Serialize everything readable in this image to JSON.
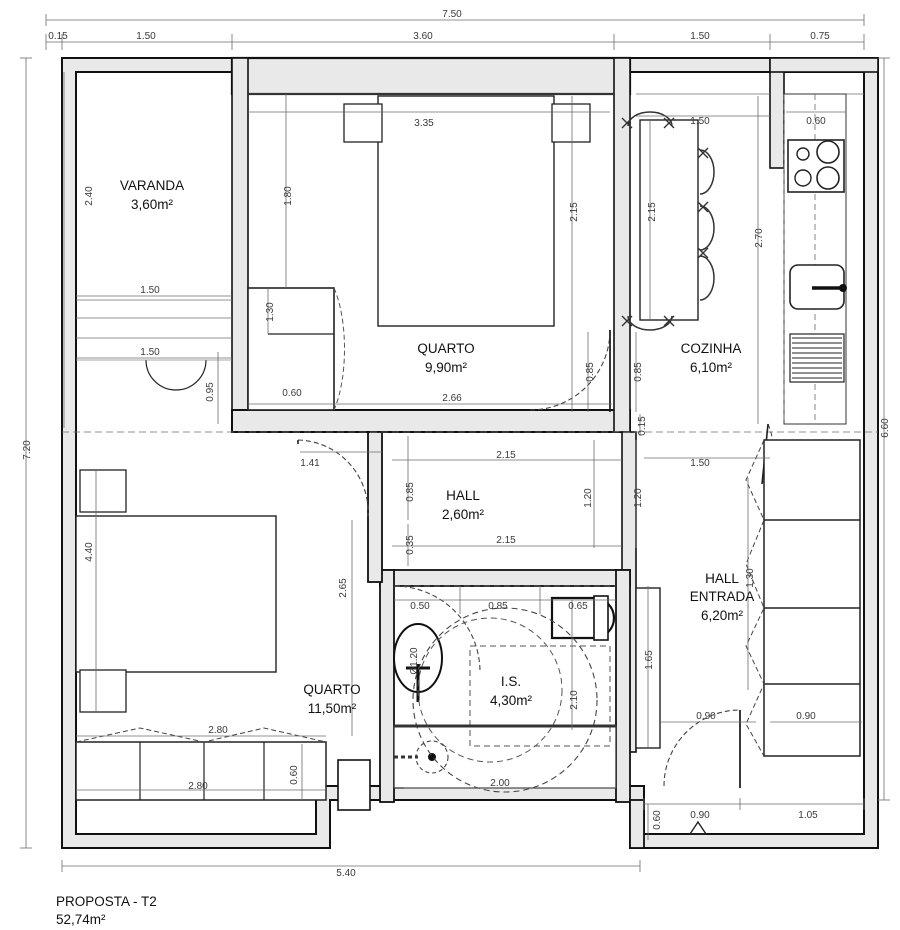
{
  "drawing": {
    "kind": "architectural-floor-plan",
    "title_line1": "PROPOSTA - T2",
    "title_line2": "52,74m²",
    "colors": {
      "wall_fill": "#e8e8e8",
      "wall_stroke": "#111111",
      "dimension_line": "#555555",
      "dimension_text": "#3a3a3a",
      "furniture": "#222222",
      "background": "#ffffff"
    }
  },
  "rooms": [
    {
      "id": "varanda",
      "name": "VARANDA",
      "area": "3,60m²"
    },
    {
      "id": "quarto-top",
      "name": "QUARTO",
      "area": "9,90m²"
    },
    {
      "id": "cozinha",
      "name": "COZINHA",
      "area": "6,10m²"
    },
    {
      "id": "hall",
      "name": "HALL",
      "area": "2,60m²"
    },
    {
      "id": "hall-entrada",
      "name": "HALL",
      "name2": "ENTRADA",
      "area": "6,20m²"
    },
    {
      "id": "quarto-left",
      "name": "QUARTO",
      "area": "11,50m²"
    },
    {
      "id": "is",
      "name": "I.S.",
      "area": "4,30m²"
    }
  ],
  "dimensions": {
    "overall_top": "7.50",
    "top_chain": [
      "0.15",
      "1.50",
      "3.60",
      "1.50",
      "0.75"
    ],
    "overall_left": "7.20",
    "overall_right": "6.60",
    "bottom_overall": "5.40",
    "bottom_chain": [
      "0.60",
      "0.90",
      "1.05"
    ],
    "varanda_w": "2.40",
    "varanda_win_top": "1.50",
    "varanda_win_bot": "1.50",
    "varanda_door": "0.95",
    "quarto_top_bed_w": "3.35",
    "quarto_top_left_v": "1.80",
    "quarto_top_right_v": "2.15",
    "quarto_top_base": "2.66",
    "quarto_top_closet_h": "0.60",
    "quarto_top_closet_v": "1.30",
    "quarto_top_door": "0.85",
    "cozinha_top": "1.50",
    "cozinha_table_v": "2.15",
    "cozinha_depth": "2.70",
    "cozinha_stove": "0.60",
    "cozinha_door": "0.85",
    "cozinha_small": "0.15",
    "hall_top": "2.15",
    "hall_bot": "2.15",
    "hall_left_v": "0.85",
    "hall_left_v2": "0.35",
    "hall_right_v": "1.20",
    "hall_right_v2": "1.20",
    "entrada_top": "1.50",
    "entrada_closet_v": "1.65",
    "entrada_wardrobe_v": "1.30",
    "entrada_door": "0.90",
    "entrada_door2": "0.90",
    "quarto_left_v": "4.40",
    "quarto_left_door": "1.41",
    "quarto_left_right_v": "2.65",
    "quarto_left_closet_top": "2.80",
    "quarto_left_closet_bot": "2.80",
    "quarto_left_closet_d": "0.60",
    "is_w1": "0.50",
    "is_w2": "0.85",
    "is_w3": "0.65",
    "is_sink_dia": "Ø1.20",
    "is_right_v": "2.10",
    "is_bottom": "2.00"
  },
  "annotations": {
    "entrance_marker": "triangle-entrance-marker"
  }
}
